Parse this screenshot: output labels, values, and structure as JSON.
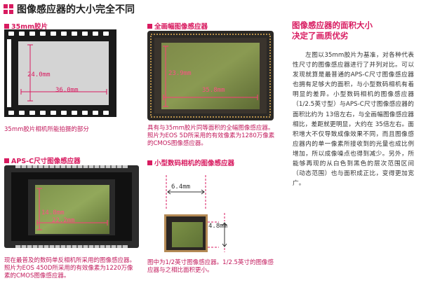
{
  "title": "图像感应器的大小完全不同",
  "film": {
    "heading": "35mm胶片",
    "height_label": "24.0mm",
    "width_label": "36.0mm",
    "caption": "35mm胶片相机所能拍摄的部分"
  },
  "fullframe": {
    "heading": "全画幅图像感应器",
    "height_label": "23.9mm",
    "width_label": "35.8mm",
    "caption": "具有与35mm胶片同等面积的全幅图像感应器。照片为EOS 5D所采用的有效像素为1280万像素的CMOS图像感应器。"
  },
  "apsc": {
    "heading": "APS-C尺寸图像感应器",
    "height_label": "14.8mm",
    "width_label": "22.2mm",
    "caption": "现在最普及的数码单反相机所采用的图像感应器。照片为EOS 450D所采用的有效像素为1220万像素的CMOS图像感应器。"
  },
  "compact": {
    "heading": "小型数码相机的图像感应器",
    "width_label": "6.4mm",
    "height_label": "4.8mm",
    "caption": "图中为1/2英寸图像感应器。1/2.5英寸的图像感应器与之相比面积更小。"
  },
  "right": {
    "title_line1": "图像感应器的面积大小",
    "title_line2": "决定了画质优劣",
    "body": "　　左图以35mm胶片为基准，对各种代表性尺寸的图像感应器进行了并列对比。可以发现就算是最普通的APS-C尺寸图像感应器也拥有足够大的面积，与小型数码相机有着明显的差异。小型数码相机的图像感应器（1/2.5英寸型）与APS-C尺寸图像感应器的面积比约为 13倍左右，与全画幅图像感应器相比，差距就更明显，大约在 35倍左右。面积增大不仅导致成像效果不同，而且图像感应器内的单一像素所接收到的光量也成比例增加，所以成像噪点也得到减少。另外，所能够再现的从白色到黑色的层次范围区间（动态范围）也与面积成正比，变得更加宽广。"
  },
  "colors": {
    "accent": "#d81b60"
  }
}
